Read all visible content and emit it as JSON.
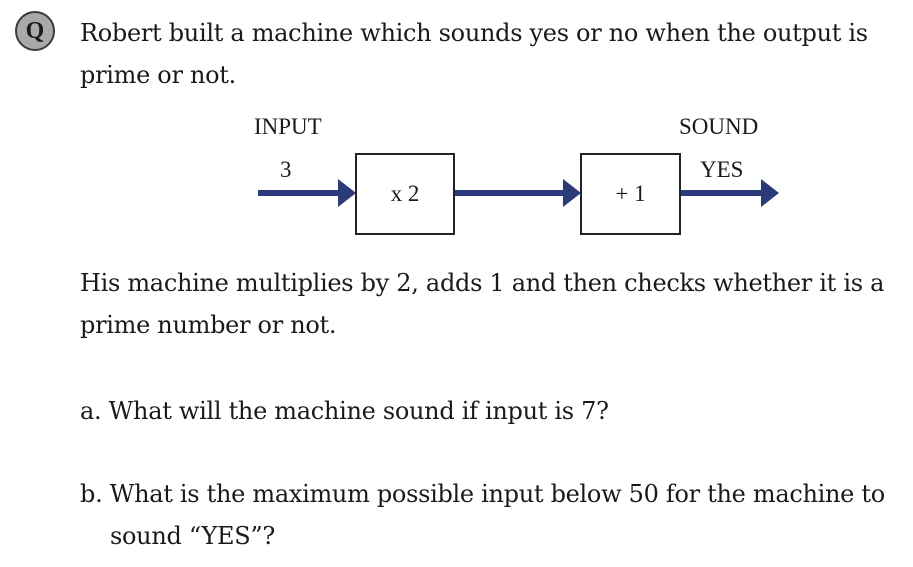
{
  "question": {
    "badge": "Q",
    "intro_line1": "Robert built a machine which sounds yes or no when the output is",
    "intro_line2": "prime or not."
  },
  "diagram": {
    "input_label": "INPUT",
    "input_value": "3",
    "box1_label": "x 2",
    "box2_label": "+ 1",
    "output_label": "SOUND",
    "output_value": "YES",
    "arrow_color": "#2b3a7a"
  },
  "description": {
    "line1": "His machine multiplies by 2, adds 1 and then checks whether it is a",
    "line2": "prime number or not."
  },
  "parts": {
    "a": "a. What will the machine sound if input is 7?",
    "b_line1": "b. What is the maximum possible input below 50 for the machine to",
    "b_line2": "sound “YES”?"
  }
}
